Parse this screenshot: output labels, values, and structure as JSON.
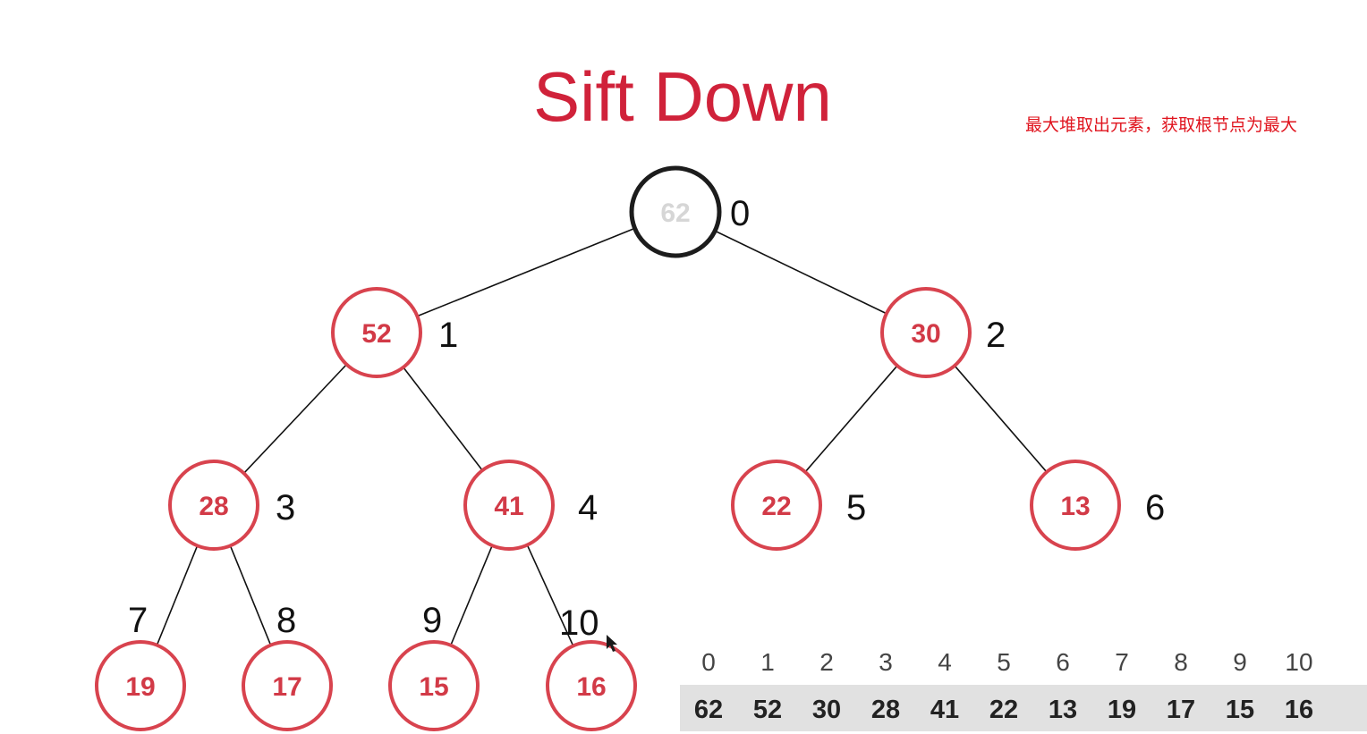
{
  "title": "Sift Down",
  "annotation": "最大堆取出元素，获取根节点为最大",
  "colors": {
    "title": "#d0223a",
    "annotation": "#e0141e",
    "node_border": "#d8434e",
    "node_text": "#d23a47",
    "root_border": "#1c1c1c",
    "root_text_faded": "#d6d6d6",
    "array_band": "#e1e1e1"
  },
  "tree": {
    "nodes": [
      {
        "index": 0,
        "value": "62",
        "index_label": "0",
        "faded": true
      },
      {
        "index": 1,
        "value": "52",
        "index_label": "1"
      },
      {
        "index": 2,
        "value": "30",
        "index_label": "2"
      },
      {
        "index": 3,
        "value": "28",
        "index_label": "3"
      },
      {
        "index": 4,
        "value": "41",
        "index_label": "4"
      },
      {
        "index": 5,
        "value": "22",
        "index_label": "5"
      },
      {
        "index": 6,
        "value": "13",
        "index_label": "6"
      },
      {
        "index": 7,
        "value": "19",
        "index_label": "7"
      },
      {
        "index": 8,
        "value": "17",
        "index_label": "8"
      },
      {
        "index": 9,
        "value": "15",
        "index_label": "9"
      },
      {
        "index": 10,
        "value": "16",
        "index_label": "10"
      }
    ],
    "edges": [
      [
        0,
        1
      ],
      [
        0,
        2
      ],
      [
        1,
        3
      ],
      [
        1,
        4
      ],
      [
        2,
        5
      ],
      [
        2,
        6
      ],
      [
        3,
        7
      ],
      [
        3,
        8
      ],
      [
        4,
        9
      ],
      [
        4,
        10
      ]
    ]
  },
  "array": {
    "indices": [
      "0",
      "1",
      "2",
      "3",
      "4",
      "5",
      "6",
      "7",
      "8",
      "9",
      "10"
    ],
    "values": [
      "62",
      "52",
      "30",
      "28",
      "41",
      "22",
      "13",
      "19",
      "17",
      "15",
      "16"
    ]
  }
}
